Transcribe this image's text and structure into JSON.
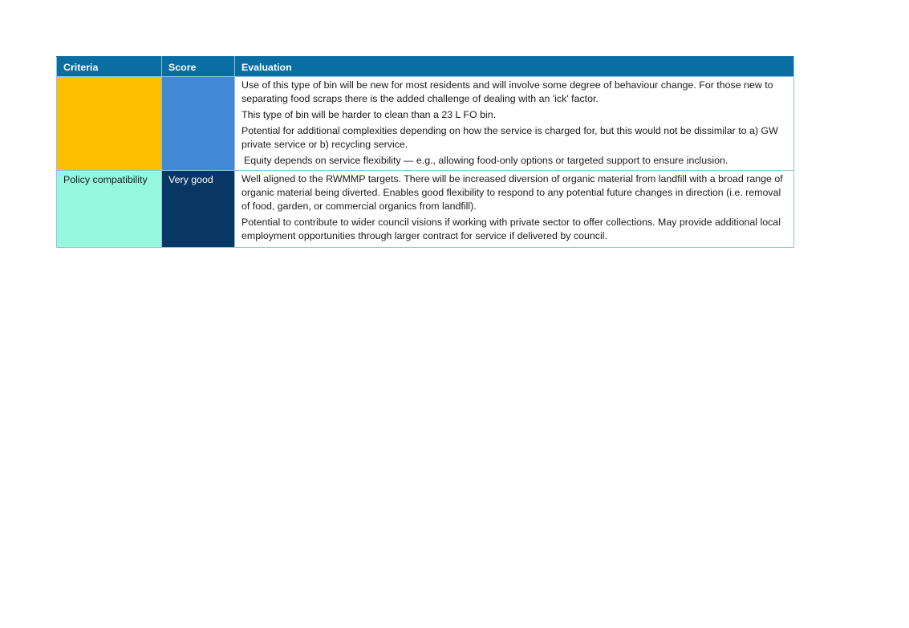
{
  "table": {
    "headers": {
      "criteria": "Criteria",
      "score": "Score",
      "evaluation": "Evaluation"
    },
    "colors": {
      "header_bg": "#0a6ea3",
      "border": "#8ec3dc"
    },
    "rows": [
      {
        "criteria": "",
        "score": "",
        "criteria_color": "#fdbf00",
        "score_color": "#4289d6",
        "evaluation": [
          "Use of this type of bin will be new for most residents and will involve some degree of behaviour change. For those new to separating food scraps there is the added challenge of dealing with an 'ick' factor.",
          "This type of bin will be harder to clean than a 23 L FO bin.",
          "Potential for additional complexities depending on how the service is charged for, but this would not be dissimilar to a) GW private service or b) recycling service.",
          "Equity depends on service flexibility — e.g., allowing food-only options or targeted support to ensure inclusion."
        ]
      },
      {
        "criteria": "Policy compatibility",
        "score": "Very good",
        "criteria_color": "#95f7de",
        "score_color": "#083763",
        "evaluation": [
          "Well aligned to the RWMMP targets. There will be increased diversion of organic material from landfill with a broad range of organic material being diverted. Enables good flexibility to respond to any potential future changes in direction (i.e. removal of food, garden, or commercial organics from landfill).",
          "Potential to contribute to wider council visions if working with private sector to offer collections. May provide additional local employment opportunities through larger contract for service if delivered by council."
        ]
      }
    ]
  }
}
